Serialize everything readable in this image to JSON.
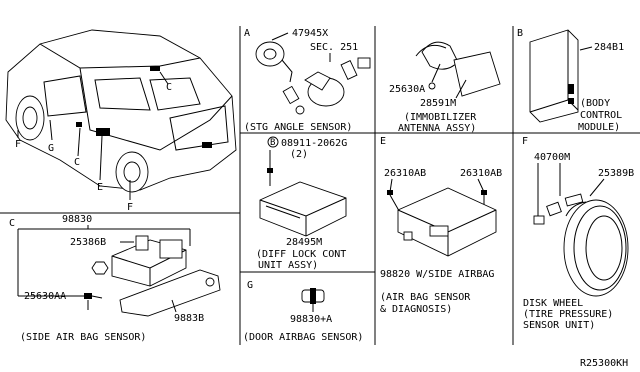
{
  "sections": {
    "vehicle": {
      "callouts": [
        "C",
        "F",
        "G",
        "C",
        "E",
        "F"
      ]
    },
    "A": {
      "letter": "A",
      "parts": [
        "47945X",
        "SEC. 251"
      ],
      "caption": "(STG ANGLE SENSOR)"
    },
    "immobilizer": {
      "parts": [
        "25630A",
        "28591M"
      ],
      "caption": [
        "(IMMOBILIZER",
        "ANTENNA ASSY)"
      ]
    },
    "B": {
      "letter": "B",
      "parts": [
        "284B1"
      ],
      "caption": [
        "(BODY",
        "CONTROL",
        "MODULE)"
      ]
    },
    "diff": {
      "bolt": "08911-2062G",
      "bolt_qty": "(2)",
      "part": "28495M",
      "caption": [
        "(DIFF LOCK CONT",
        "UNIT ASSY)"
      ]
    },
    "E": {
      "letter": "E",
      "parts": [
        "26310AB",
        "26310AB"
      ],
      "main_label": "98820 W/SIDE AIRBAG",
      "caption": [
        "(AIR BAG SENSOR",
        "& DIAGNOSIS)"
      ]
    },
    "F": {
      "letter": "F",
      "parts": [
        "40700M",
        "25389B"
      ],
      "caption": [
        "DISK WHEEL",
        "(TIRE PRESSURE)",
        "SENSOR UNIT)"
      ]
    },
    "C": {
      "letter": "C",
      "parts": [
        "98830",
        "25386B",
        "25630AA",
        "9883B"
      ],
      "caption": "(SIDE AIR BAG SENSOR)"
    },
    "G": {
      "letter": "G",
      "part": "98830+A",
      "caption": "(DOOR AIRBAG SENSOR)"
    },
    "code": "R25300KH"
  },
  "colors": {
    "line": "#000000",
    "background": "#ffffff"
  }
}
